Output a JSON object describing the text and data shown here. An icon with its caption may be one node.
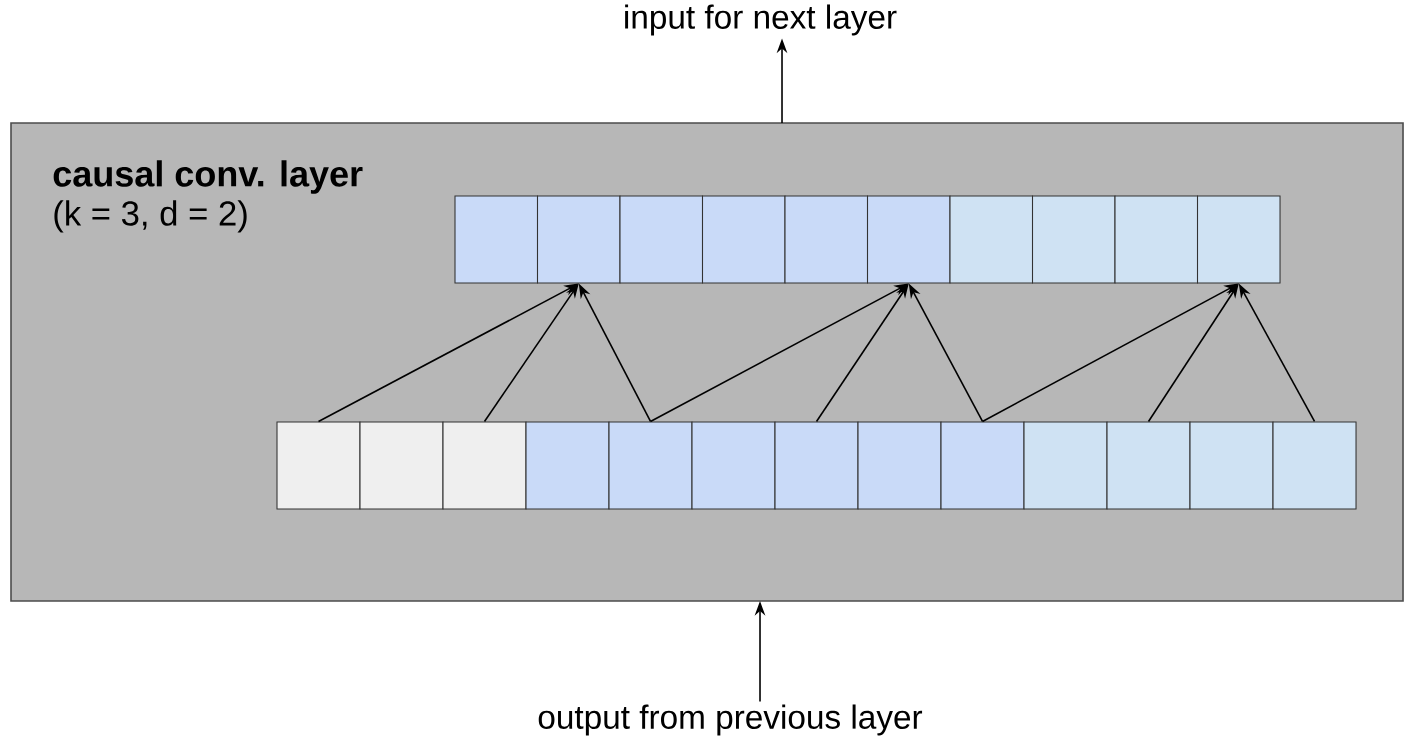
{
  "diagram": {
    "nodes": [
      {
        "text": [
          "causal conv. layer",
          "(k = 3, d = 2)"
        ]
      },
      {
        "text": [],
        "shape": "box",
        "in": 0
      },
      {
        "text": [],
        "shape": "box",
        "in": 0
      },
      {
        "text": [],
        "shape": "box",
        "in": 0
      },
      {
        "text": [],
        "shape": "box",
        "in": 0
      },
      {
        "text": [],
        "shape": "box",
        "in": 0
      },
      {
        "text": [],
        "shape": "box",
        "in": 0
      },
      {
        "text": [],
        "shape": "box",
        "in": 0
      },
      {
        "text": [],
        "shape": "box",
        "in": 0
      },
      {
        "text": [],
        "shape": "box",
        "in": 0
      },
      {
        "text": [],
        "shape": "box",
        "in": 0
      },
      {
        "text": [],
        "shape": "box",
        "in": 0
      },
      {
        "text": [],
        "shape": "box",
        "in": 0
      },
      {
        "text": [],
        "shape": "box",
        "in": 0
      },
      {
        "text": [],
        "shape": "box",
        "in": 0
      },
      {
        "text": [],
        "shape": "box",
        "in": 0
      },
      {
        "text": [],
        "shape": "box",
        "in": 0
      },
      {
        "text": [],
        "shape": "box",
        "in": 0
      },
      {
        "text": [],
        "shape": "box",
        "in": 0
      },
      {
        "text": [],
        "shape": "box",
        "in": 0
      },
      {
        "text": [],
        "shape": "box",
        "in": 0
      },
      {
        "text": [],
        "shape": "box",
        "in": 0
      },
      {
        "text": [],
        "shape": "box",
        "in": 0
      },
      {
        "text": [],
        "shape": "box",
        "in": 0
      },
      {
        "text": [
          "input for next layer"
        ]
      },
      {
        "text": [
          "output from previous layer"
        ]
      }
    ],
    "edges": [
      {
        "from": 11,
        "to": 2,
        "arrow": "to"
      },
      {
        "from": 13,
        "to": 2,
        "arrow": "to"
      },
      {
        "from": 15,
        "to": 2,
        "arrow": "to"
      },
      {
        "from": 15,
        "to": 6,
        "arrow": "to"
      },
      {
        "from": 17,
        "to": 6,
        "arrow": "to"
      },
      {
        "from": 19,
        "to": 6,
        "arrow": "to"
      },
      {
        "from": 19,
        "to": 10,
        "arrow": "to"
      },
      {
        "from": 21,
        "to": 10,
        "arrow": "to"
      },
      {
        "from": 23,
        "to": 10,
        "arrow": "to"
      },
      {
        "from": 0,
        "to": 24,
        "arrow": "to"
      },
      {
        "from": 25,
        "to": 0,
        "arrow": "to"
      }
    ]
  }
}
